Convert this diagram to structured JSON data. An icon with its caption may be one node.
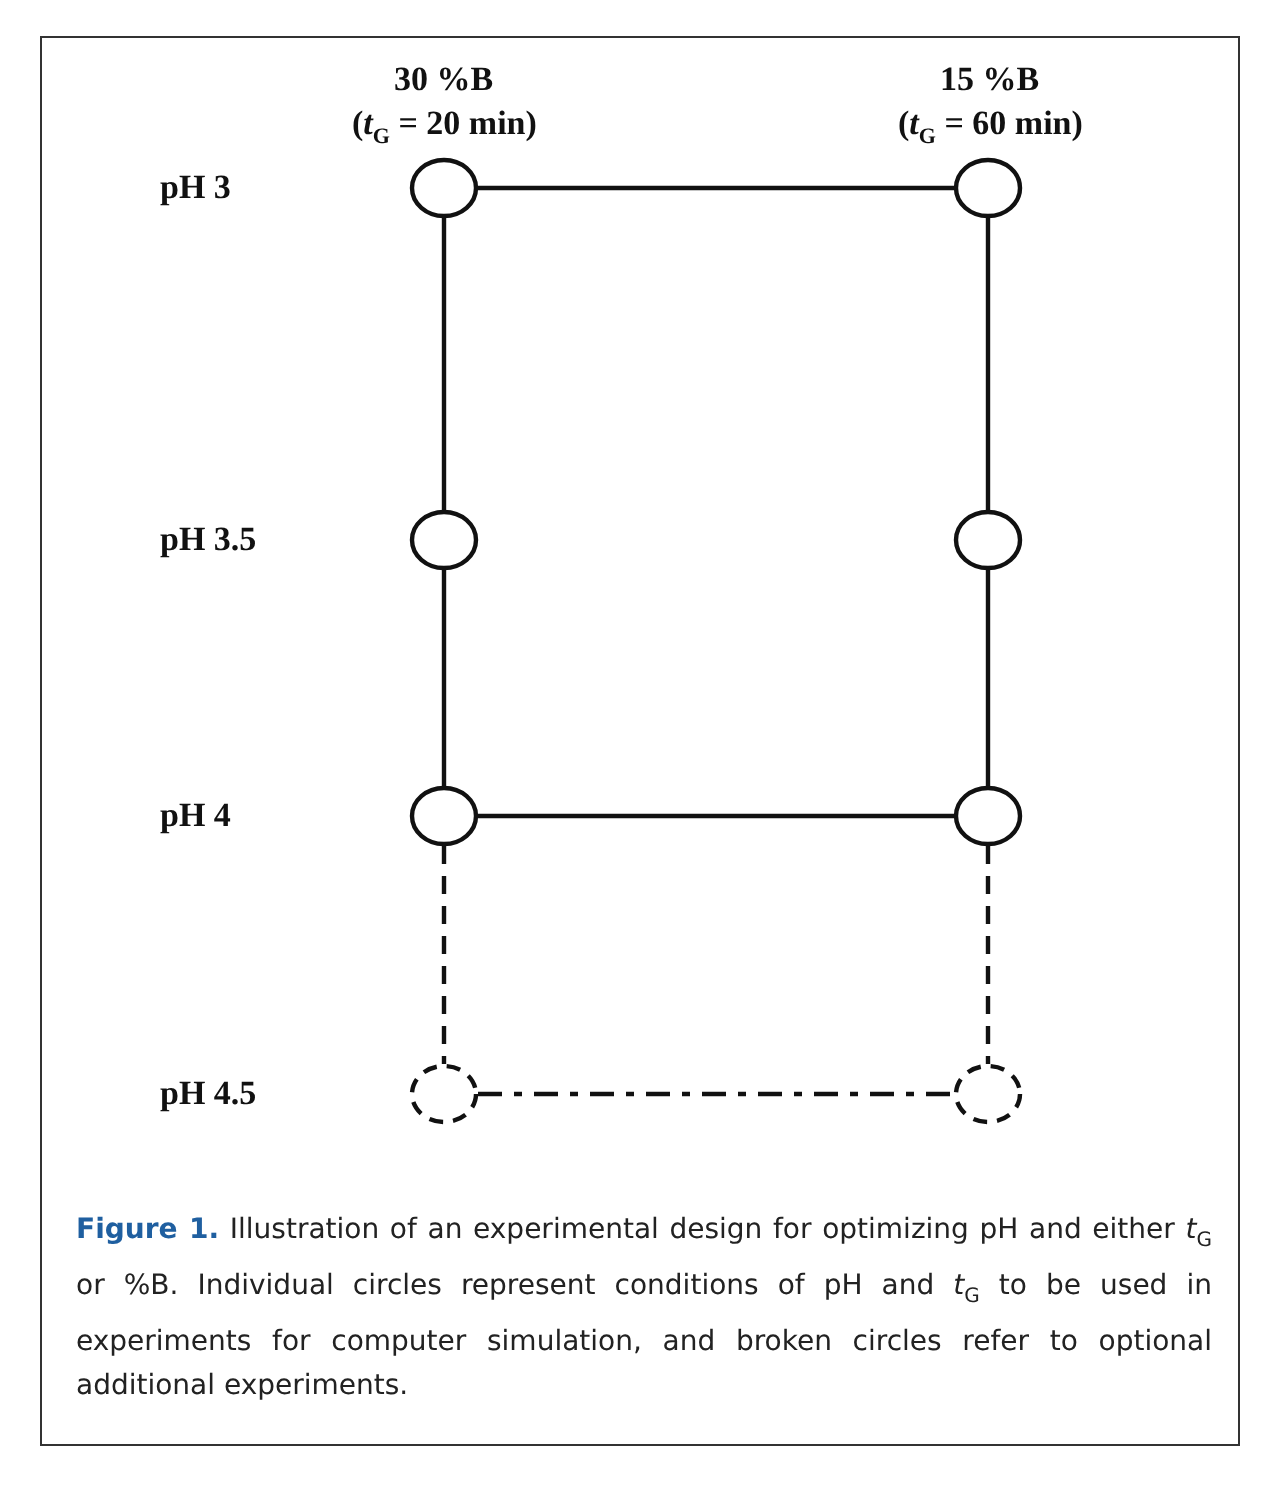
{
  "diagram": {
    "caption": "**Figure 1.** Illustration of an experimental design for optimizing pH and either *t*$_{G}$ or %B. Individual circles represent conditions of pH and *t*$_{G}$ to be used in experiments for computer simulation, and broken circles refer to optional additional experiments.",
    "nodes": [
      {
        "text": [],
        "shape": "circle"
      },
      {
        "text": [],
        "shape": "circle"
      },
      {
        "text": [],
        "shape": "circle"
      },
      {
        "text": [],
        "shape": "circle"
      },
      {
        "text": [],
        "shape": "circle"
      },
      {
        "text": [],
        "shape": "circle"
      },
      {
        "text": [],
        "shape": "circle"
      },
      {
        "text": [],
        "shape": "circle"
      }
    ],
    "edges": [
      {
        "from": 0,
        "to": 1,
        "arrow": "none"
      },
      {
        "from": 0,
        "to": 2,
        "arrow": "none"
      },
      {
        "from": 1,
        "to": 3,
        "arrow": "none"
      },
      {
        "from": 2,
        "to": 4,
        "arrow": "none"
      },
      {
        "from": 3,
        "to": 5,
        "arrow": "none"
      },
      {
        "from": 4,
        "to": 5,
        "arrow": "none"
      },
      {
        "from": 4,
        "to": 6,
        "arrow": "none",
        "style": "dashed"
      },
      {
        "from": 5,
        "to": 7,
        "arrow": "none",
        "style": "dashed"
      },
      {
        "from": 6,
        "to": 7,
        "arrow": "none",
        "style": "dashed"
      }
    ],
    "labels": [
      "30 %B",
      "(*t*$_{G}$ = 20 min)",
      "15 %B",
      "(*t*$_{G}$ = 60 min)",
      "pH 3",
      "pH 3.5",
      "pH 4",
      "pH 4.5"
    ]
  }
}
